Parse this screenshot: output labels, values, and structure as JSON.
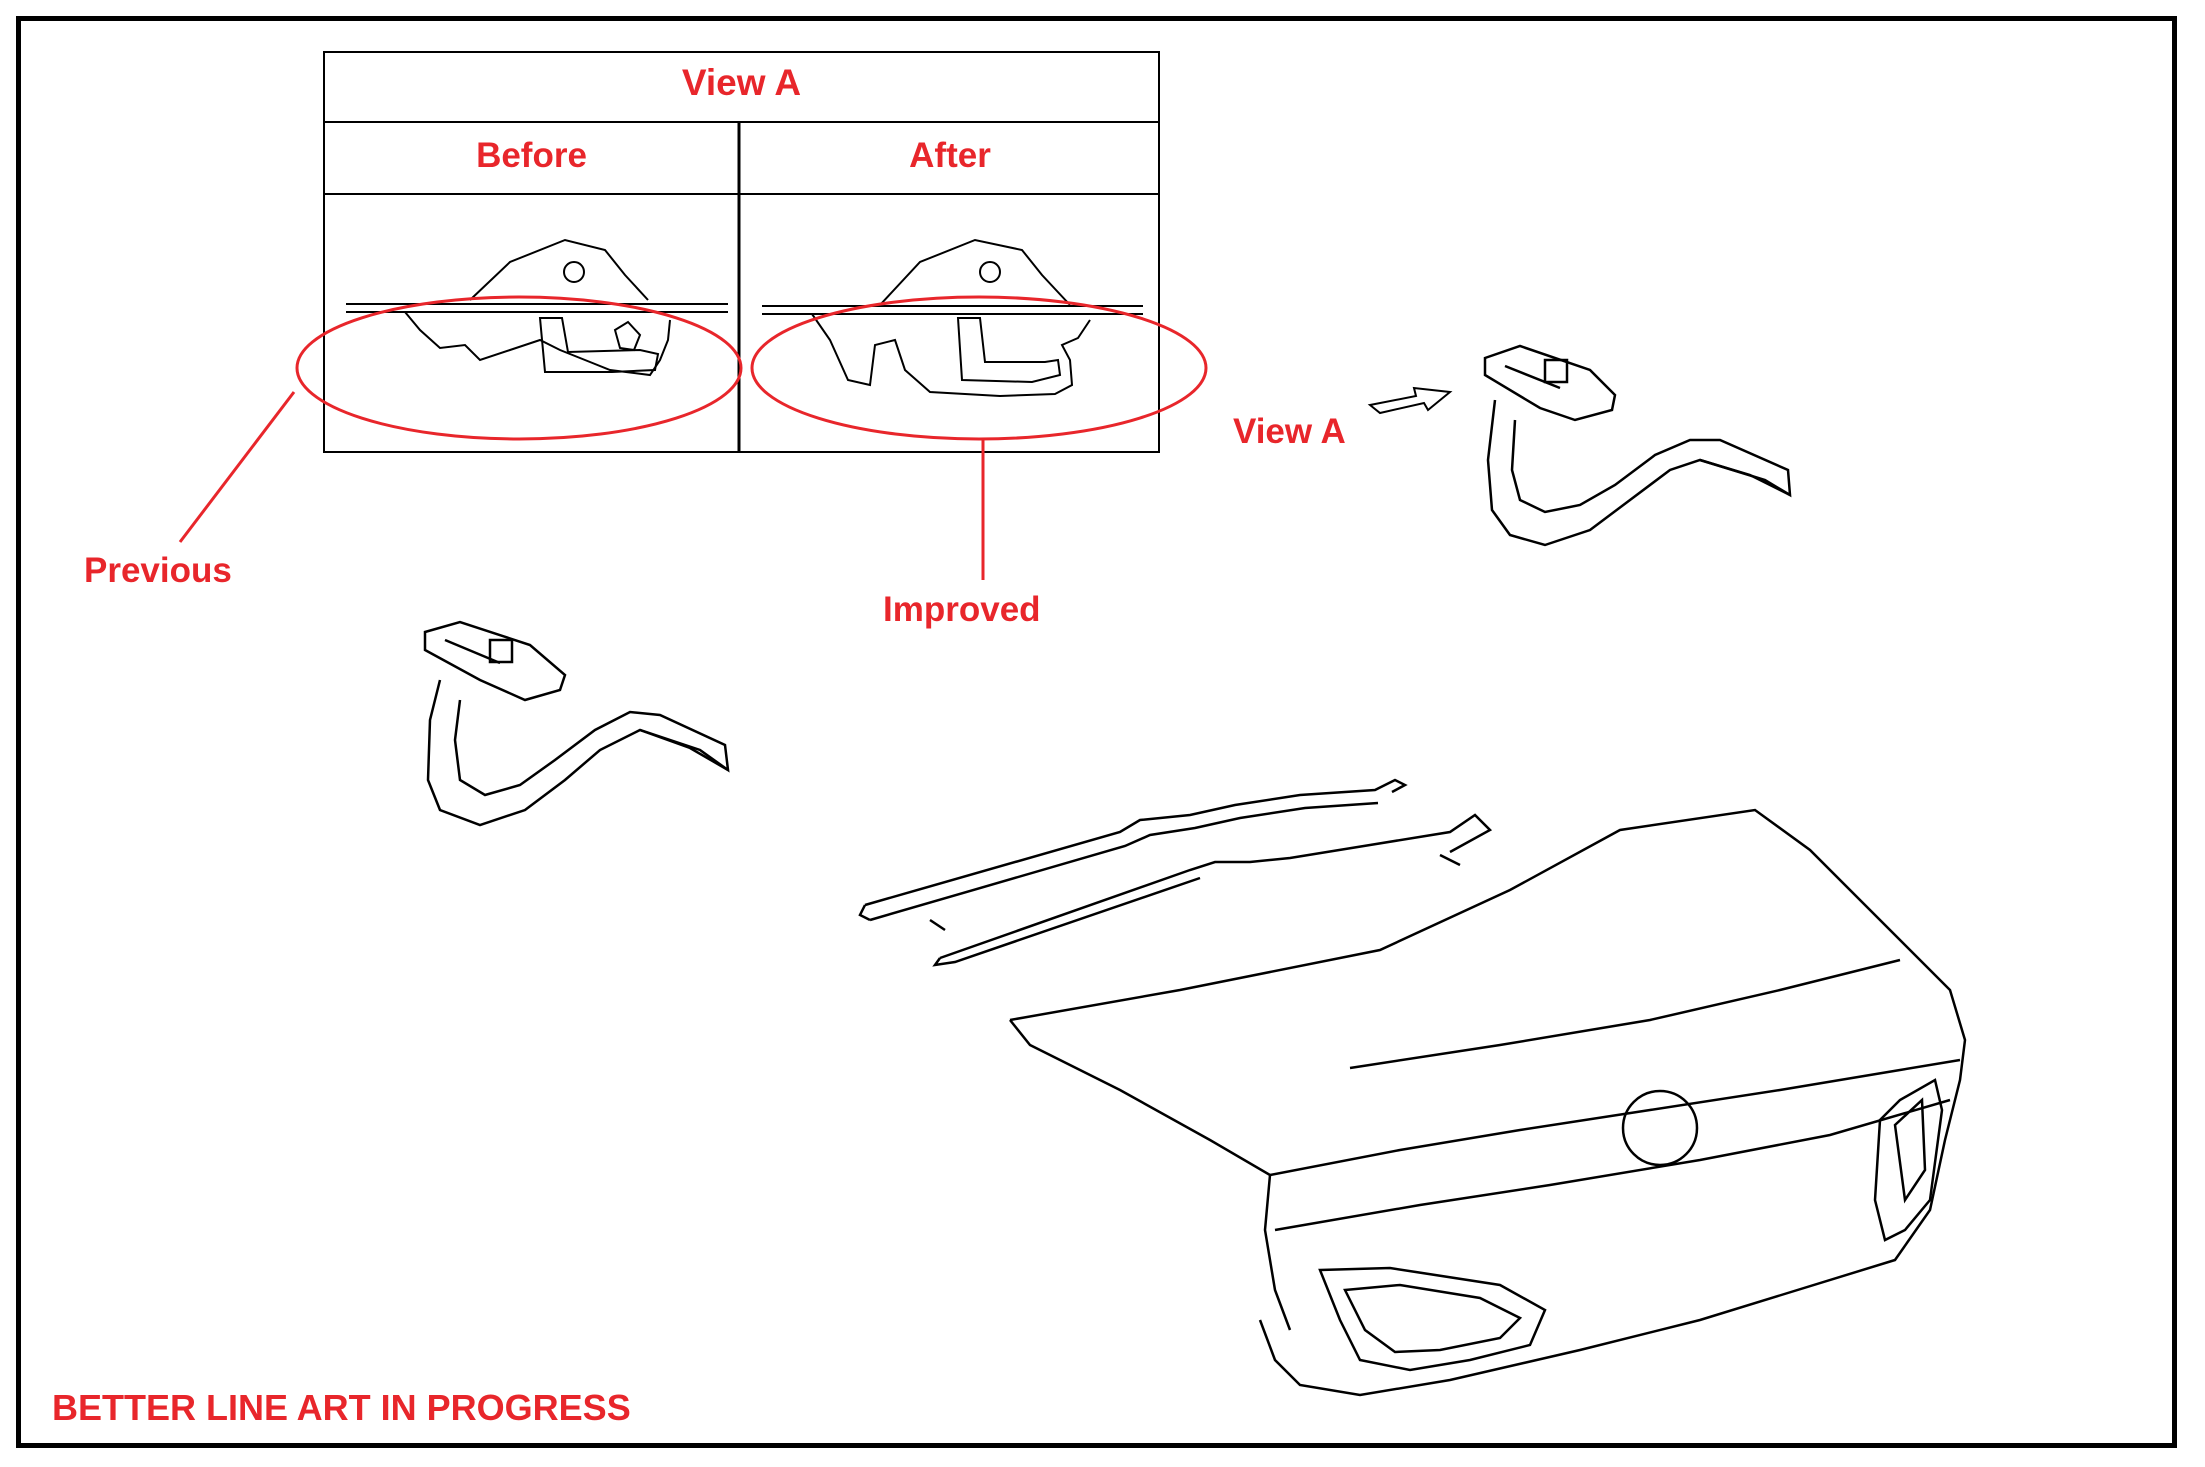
{
  "inset": {
    "title": "View A",
    "columns": [
      "Before",
      "After"
    ]
  },
  "callouts": {
    "previous": "Previous",
    "improved": "Improved",
    "view_a": "View A"
  },
  "footer_note": "BETTER LINE ART IN PROGRESS",
  "colors": {
    "annotation": "#e8262b",
    "line_art": "#000000",
    "background": "#ffffff"
  }
}
